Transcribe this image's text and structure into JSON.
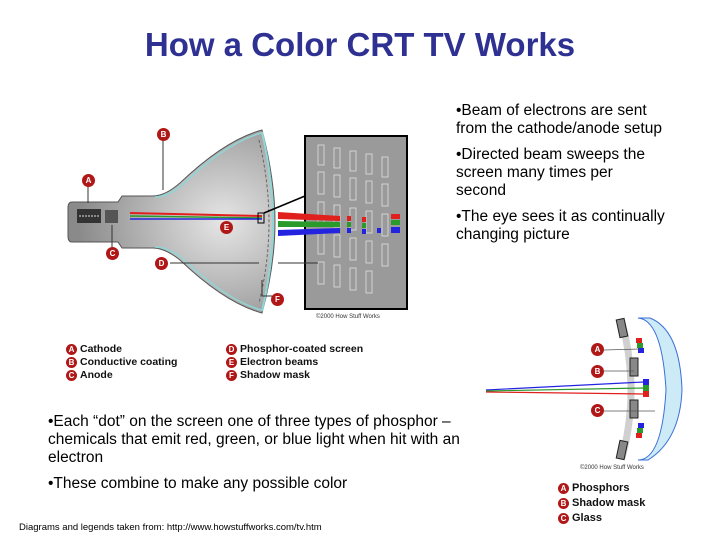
{
  "title": "How a Color CRT TV Works",
  "colors": {
    "title": "#2e3192",
    "marker": "#b01818",
    "beam_red": "#e0201c",
    "beam_green": "#2a9a2a",
    "beam_blue": "#2424e0",
    "coating": "#8fd6d6",
    "glass": "#cdeaf7"
  },
  "right_bullets": [
    "•Beam of electrons are sent from the cathode/anode setup",
    "•Directed beam sweeps the screen many times per second",
    "•The eye sees it as continually changing picture"
  ],
  "bottom_bullets": [
    "•Each “dot” on the screen one of three types of phosphor – chemicals that emit red, green, or blue light when hit with an electron",
    "•These combine to make any possible color"
  ],
  "footer": "Diagrams and legends taken from: http://www.howstuffworks.com/tv.htm",
  "diagram1": {
    "markers": [
      "A",
      "B",
      "C",
      "D",
      "E",
      "F"
    ],
    "copyright": "©2000 How Stuff Works",
    "legend": [
      {
        "letter": "A",
        "label": "Cathode"
      },
      {
        "letter": "B",
        "label": "Conductive coating"
      },
      {
        "letter": "C",
        "label": "Anode"
      },
      {
        "letter": "D",
        "label": "Phosphor-coated screen"
      },
      {
        "letter": "E",
        "label": "Electron beams"
      },
      {
        "letter": "F",
        "label": "Shadow mask"
      }
    ]
  },
  "diagram2": {
    "markers": [
      "A",
      "B",
      "C"
    ],
    "copyright": "©2000 How Stuff Works",
    "legend": [
      {
        "letter": "A",
        "label": "Phosphors"
      },
      {
        "letter": "B",
        "label": "Shadow mask"
      },
      {
        "letter": "C",
        "label": "Glass"
      }
    ]
  }
}
